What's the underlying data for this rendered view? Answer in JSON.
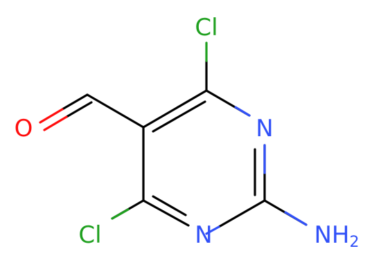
{
  "molecule": {
    "colors": {
      "bond": "#000000",
      "carbon_black": "#000000",
      "oxygen": "#ff0d0d",
      "nitrogen": "#3050f8",
      "chlorine": "#1fa01f"
    },
    "atoms": {
      "o": {
        "element": "O",
        "text": "O"
      },
      "cl_top": {
        "element": "Cl",
        "text": "Cl"
      },
      "n_ring_right": {
        "element": "N",
        "text": "N"
      },
      "n_ring_bottom": {
        "element": "N",
        "text": "N"
      },
      "cl_bottom": {
        "element": "Cl",
        "text": "Cl"
      },
      "nh2": {
        "element": "N",
        "text_main": "NH",
        "text_sub": "2"
      }
    }
  }
}
